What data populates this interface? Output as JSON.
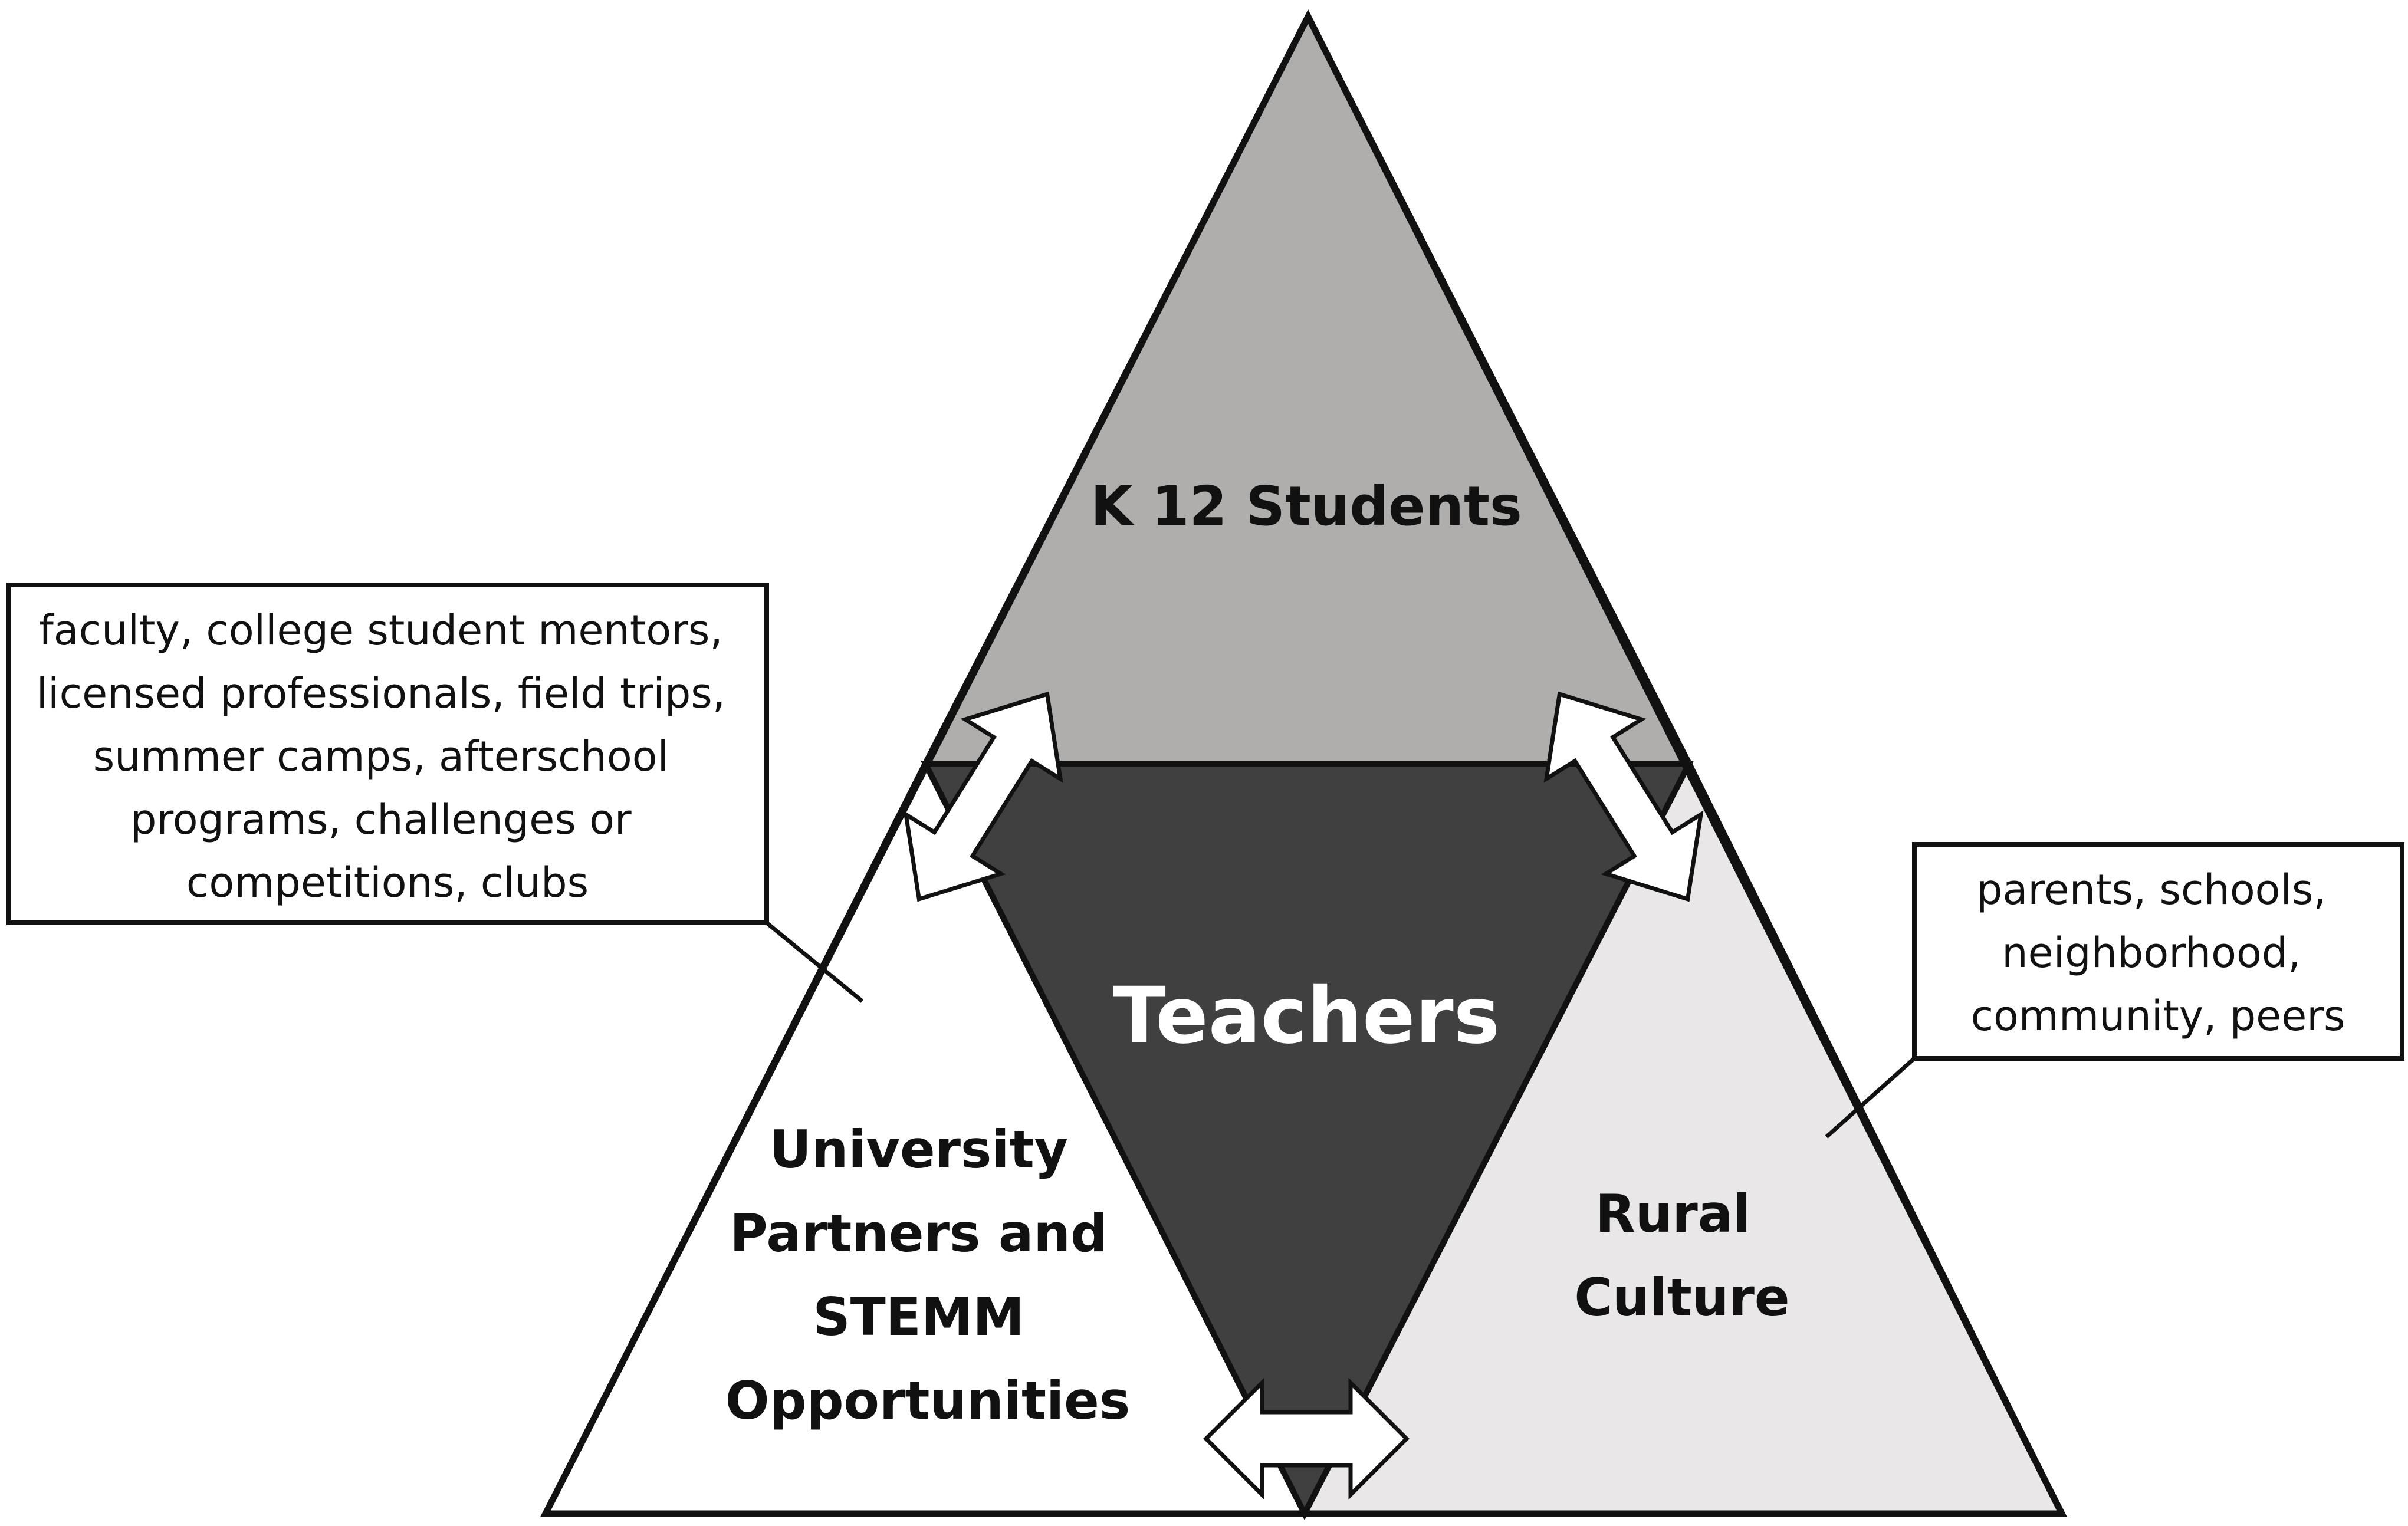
{
  "labels": {
    "k12_students": "K 12 Students",
    "teachers": "Teachers",
    "university_partners": [
      "University",
      "Partners and",
      "STEMM",
      "Opportunities"
    ],
    "rural_culture": [
      "Rural",
      "Culture"
    ]
  },
  "notes": {
    "university_resources": [
      "faculty, college student mentors,",
      "licensed professionals, field trips,",
      "summer camps, afterschool",
      "programs, challenges or",
      "competitions, clubs"
    ],
    "rural_resources": [
      "parents, schools,",
      "neighborhood,",
      "community, peers"
    ]
  },
  "colors": {
    "k12_fill": "#b0aeac",
    "teachers_fill": "#404040",
    "university_fill": "#ffffff",
    "rural_fill": "#e9e7e8",
    "outline": "#111111",
    "teachers_text": "#ffffff"
  }
}
